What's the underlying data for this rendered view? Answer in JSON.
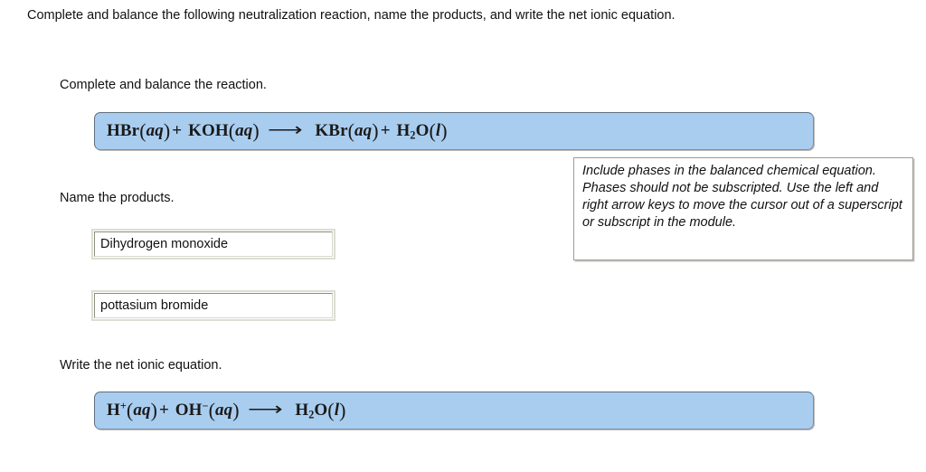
{
  "question": {
    "stem": "Complete and balance the following neutralization reaction, name the products, and write the net ionic equation."
  },
  "sections": {
    "balance": {
      "label": "Complete and balance the reaction.",
      "equation_plain": "HBr(aq) + KOH(aq) ⟶ KBr(aq) + H2O(l)",
      "terms": {
        "r1_formula": "HBr",
        "r1_phase": "aq",
        "plus1": "+",
        "r2_formula": "KOH",
        "r2_phase": "aq",
        "arrow": "⟶",
        "p1_formula_a": "KBr",
        "p1_phase": "aq",
        "plus2": "+",
        "p2_formula_h": "H",
        "p2_sub": "2",
        "p2_formula_o": "O",
        "p2_phase": "l"
      }
    },
    "name_products": {
      "label": "Name the products.",
      "inputs": [
        {
          "name": "product-1",
          "value": "Dihydrogen monoxide",
          "placeholder": ""
        },
        {
          "name": "product-2",
          "value": "pottasium bromide",
          "placeholder": ""
        }
      ]
    },
    "net_ionic": {
      "label": "Write the net ionic equation.",
      "equation_plain": "H+(aq) + OH-(aq) ⟶ H2O(l)",
      "terms": {
        "r1_formula": "H",
        "r1_charge": "+",
        "r1_phase": "aq",
        "plus1": "+",
        "r2_formula": "OH",
        "r2_charge": "−",
        "r2_phase": "aq",
        "arrow": "⟶",
        "p1_formula_h": "H",
        "p1_sub": "2",
        "p1_formula_o": "O",
        "p1_phase": "l"
      }
    }
  },
  "hint": {
    "text": "Include phases in the balanced chemical equation. Phases should not be subscripted. Use the left and right arrow keys to move the cursor out of a superscript or subscript in the module."
  },
  "colors": {
    "equation_box_fill": "#a9cdef",
    "equation_box_border": "#5d6f80",
    "input_border": "#9a9a8e",
    "hint_border": "#9d9d95",
    "text": "#111111",
    "page_background": "#ffffff"
  }
}
